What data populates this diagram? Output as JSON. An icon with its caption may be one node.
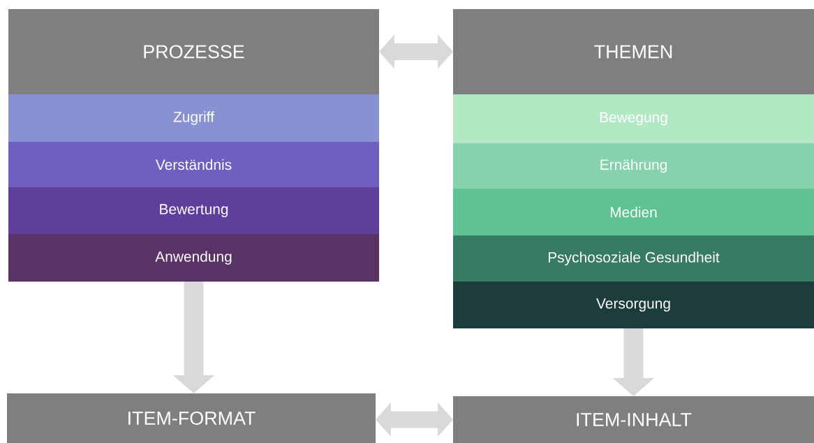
{
  "diagram": {
    "nodes": [
      {
        "text": [
          "PROZESSE"
        ]
      },
      {
        "text": [
          "Zugriff"
        ]
      },
      {
        "text": [
          "Verständnis"
        ]
      },
      {
        "text": [
          "Bewertung"
        ]
      },
      {
        "text": [
          "Anwendung"
        ]
      },
      {
        "text": [
          "THEMEN"
        ]
      },
      {
        "text": [
          "Bewegung"
        ]
      },
      {
        "text": [
          "Ernährung"
        ]
      },
      {
        "text": [
          "Medien"
        ]
      },
      {
        "text": [
          "Psychosoziale Gesundheit"
        ]
      },
      {
        "text": [
          "Versorgung"
        ]
      },
      {
        "text": [
          "ITEM-FORMAT"
        ]
      },
      {
        "text": [
          "ITEM-INHALT"
        ]
      }
    ],
    "edges": [
      {
        "from": 0,
        "to": 5,
        "arrow": "both"
      },
      {
        "from": 4,
        "to": 11,
        "arrow": "to"
      },
      {
        "from": 10,
        "to": 12,
        "arrow": "to"
      },
      {
        "from": 11,
        "to": 12,
        "arrow": "both"
      }
    ]
  }
}
